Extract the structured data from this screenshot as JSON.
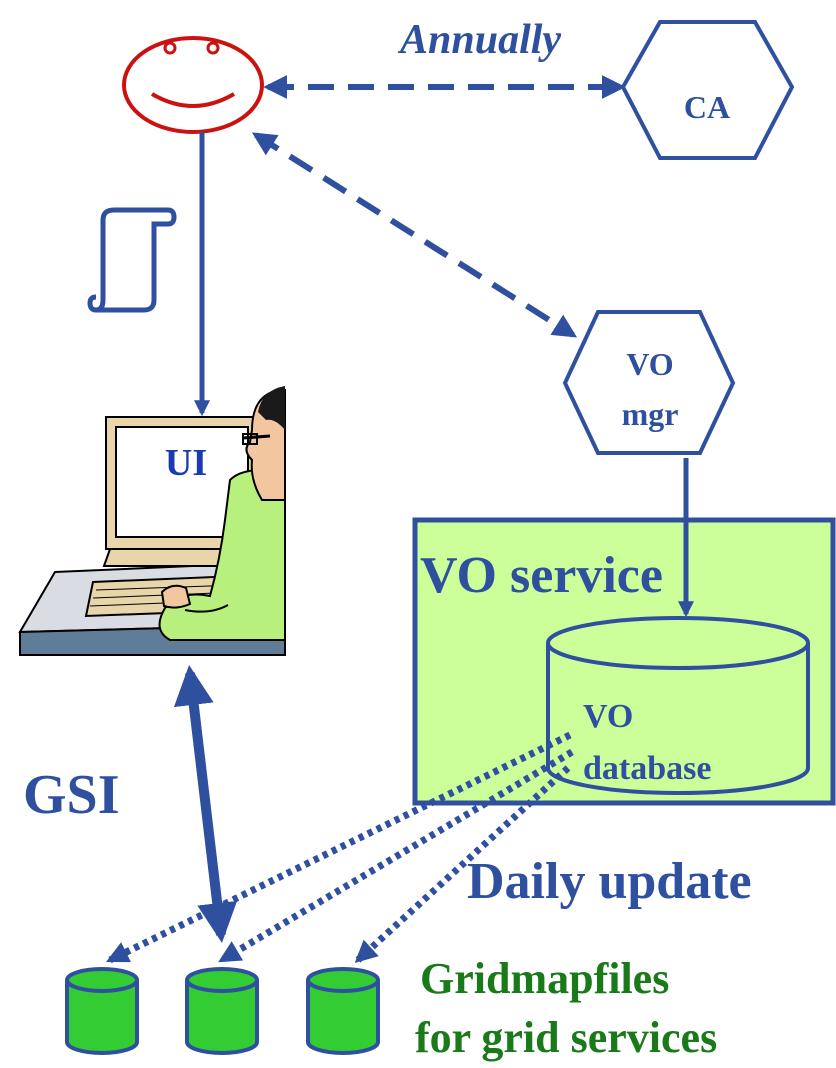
{
  "labels": {
    "annually": "Annually",
    "ca": "CA",
    "vo_mgr_line1": "VO",
    "vo_mgr_line2": "mgr",
    "ui": "UI",
    "vo_service": "VO service",
    "vo_database_line1": "VO",
    "vo_database_line2": "database",
    "gsi": "GSI",
    "daily_update": "Daily update",
    "gridmapfiles_line1": "Gridmapfiles",
    "gridmapfiles_line2": "for grid services"
  },
  "colors": {
    "blue": "#2f4f9f",
    "ui_text": "#1a3ab0",
    "red": "#cc1111",
    "box_fill": "#ccff99",
    "db_green": "#33cc33",
    "green_text": "#1a7a1a"
  },
  "icons": {
    "user": "smiley-face-icon",
    "certificate": "scroll-icon",
    "workstation": "person-at-computer-icon",
    "storage": "database-cylinder-icon"
  }
}
